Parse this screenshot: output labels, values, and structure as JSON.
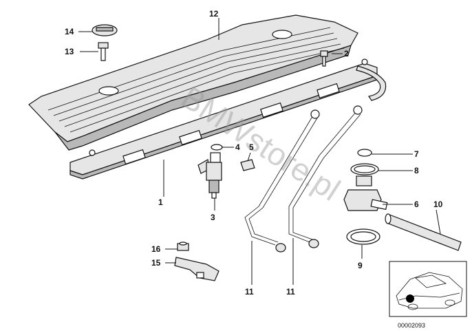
{
  "callouts": {
    "c1": "1",
    "c2": "2",
    "c3": "3",
    "c4": "4",
    "c5": "5",
    "c6": "6",
    "c7": "7",
    "c8": "8",
    "c9": "9",
    "c10": "10",
    "c11a": "11",
    "c11b": "11",
    "c12": "12",
    "c13": "13",
    "c14": "14",
    "c15": "15",
    "c16": "16"
  },
  "watermark": "BMWstore.pl",
  "reference_number": "00002093",
  "colors": {
    "ink": "#111111",
    "fill_light": "#e6e6e6",
    "fill_dark": "#b9b9b9"
  }
}
